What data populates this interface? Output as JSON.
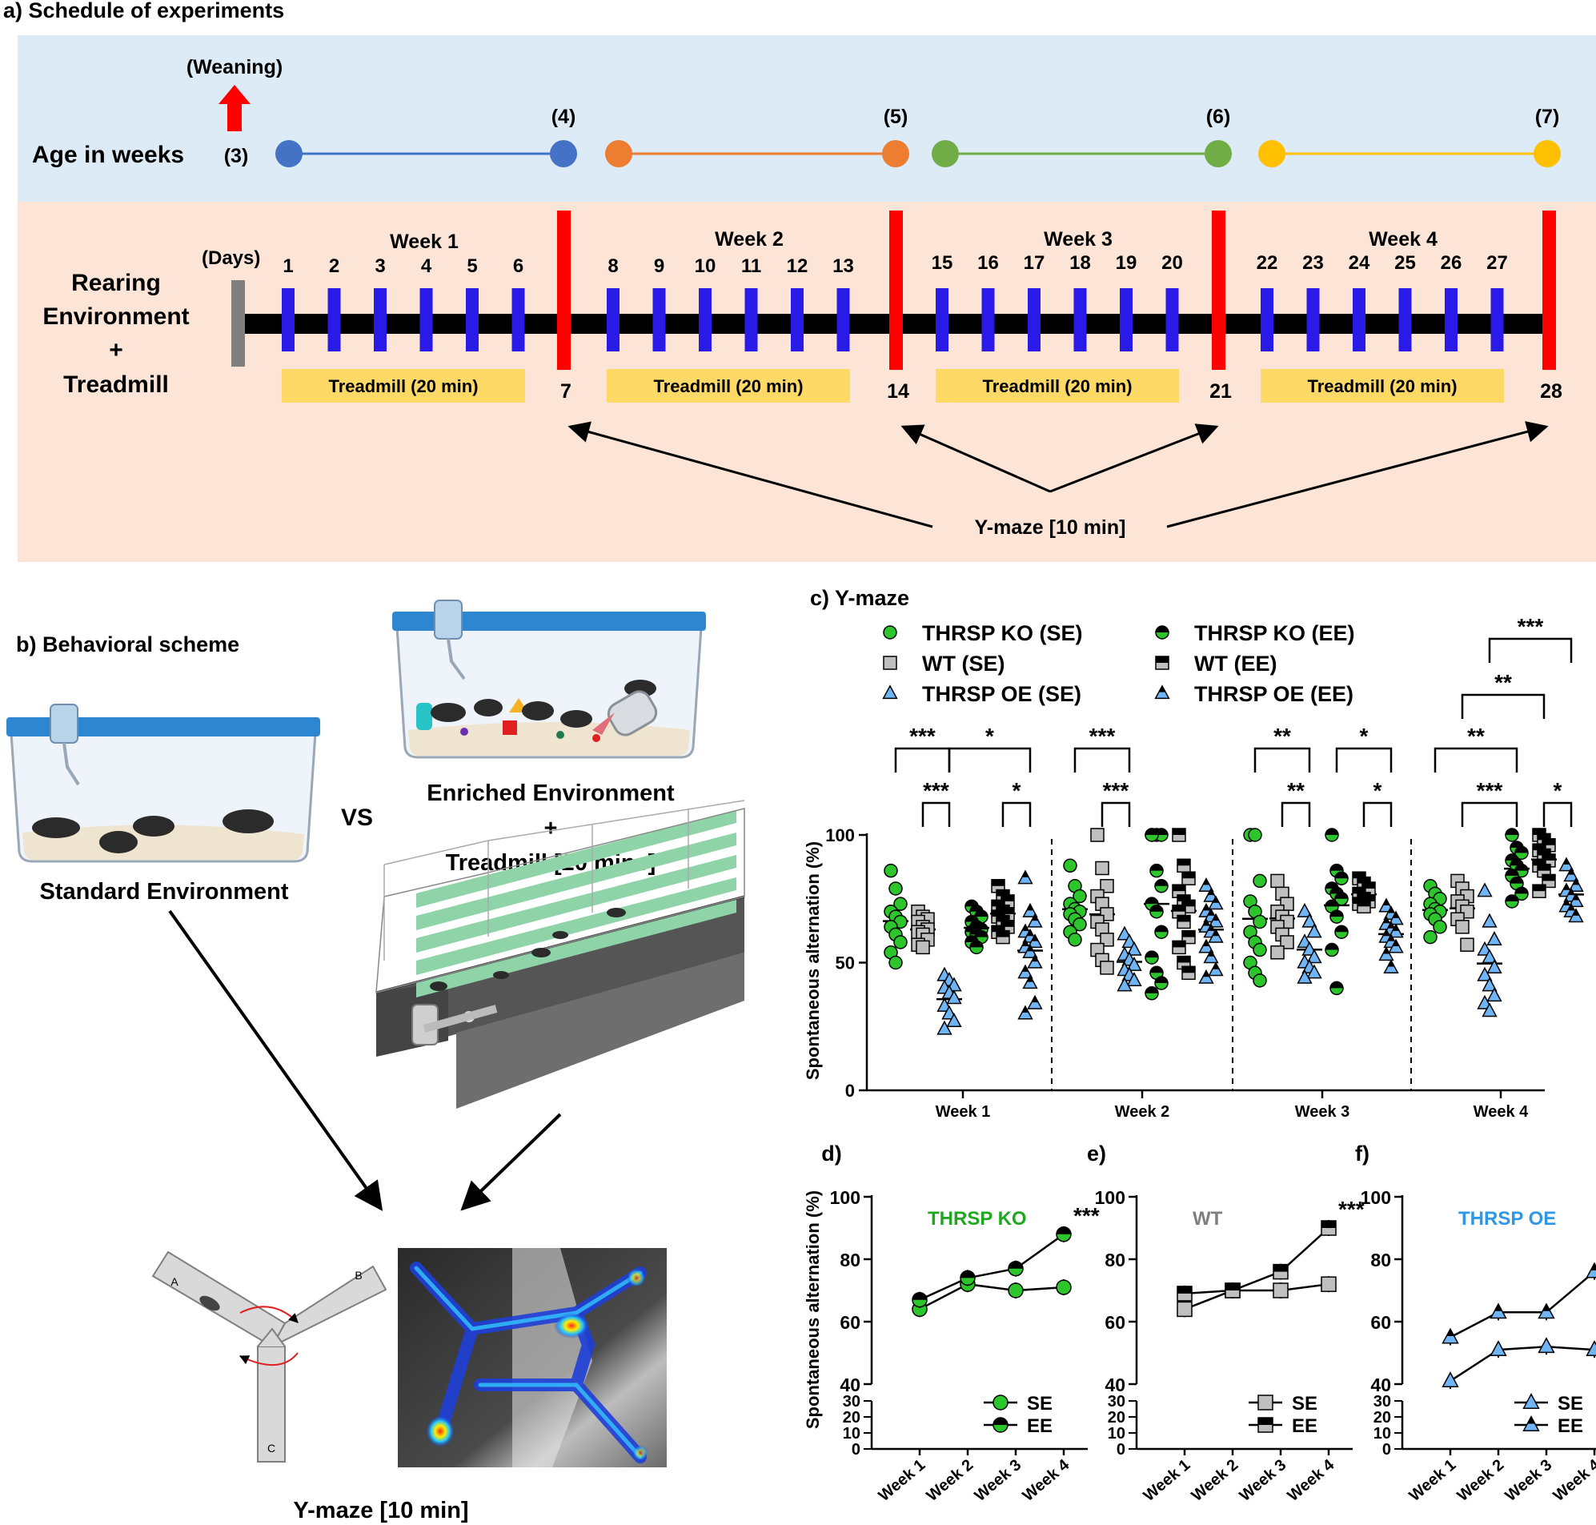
{
  "panel_a": {
    "title": "a) Schedule of experiments",
    "weaning": "(Weaning)",
    "age_label": "Age in weeks",
    "age_marks": [
      "(3)",
      "(4)",
      "(5)",
      "(6)",
      "(7)"
    ],
    "segment_colors": [
      "#4472C4",
      "#ED7D31",
      "#70AD47",
      "#FFC000"
    ],
    "rearing_lines": [
      "Rearing",
      "Environment",
      "+",
      "Treadmill"
    ],
    "days_label": "(Days)",
    "weeks": [
      {
        "label": "Week 1",
        "days": [
          "1",
          "2",
          "3",
          "4",
          "5",
          "6"
        ],
        "end": "7"
      },
      {
        "label": "Week 2",
        "days": [
          "8",
          "9",
          "10",
          "11",
          "12",
          "13"
        ],
        "end": "14"
      },
      {
        "label": "Week 3",
        "days": [
          "15",
          "16",
          "17",
          "18",
          "19",
          "20"
        ],
        "end": "21"
      },
      {
        "label": "Week 4",
        "days": [
          "22",
          "23",
          "24",
          "25",
          "26",
          "27"
        ],
        "end": "28"
      }
    ],
    "treadmill_box": "Treadmill (20 min)",
    "ymaze_label": "Y-maze [10 min]"
  },
  "panel_b": {
    "title": "b) Behavioral scheme",
    "standard": "Standard Environment",
    "vs": "VS",
    "enriched_lines": [
      "Enriched Environment",
      "+",
      "Treadmill [20 mins]"
    ],
    "arm_labels": [
      "A",
      "B",
      "C"
    ],
    "ymaze_label": "Y-maze [10 min]"
  },
  "chart_data": [
    {
      "id": "c",
      "type": "scatter",
      "title": "c) Y-maze",
      "ylabel": "Spontaneous alternation (%)",
      "ylim": [
        0,
        100
      ],
      "yticks": [
        "0",
        "50",
        "100"
      ],
      "categories": [
        "Week 1",
        "Week 2",
        "Week 3",
        "Week 4"
      ],
      "legend": [
        "THRSP KO (SE)",
        "THRSP KO (EE)",
        "WT (SE)",
        "WT (EE)",
        "THRSP OE (SE)",
        "THRSP OE (EE)"
      ],
      "groups": [
        {
          "points": [
            [
              86,
              79,
              73,
              70,
              68,
              66,
              64,
              61,
              58,
              54,
              50
            ],
            [
              70,
              68,
              67,
              66,
              64,
              63,
              62,
              61,
              59,
              57,
              56
            ],
            [
              45,
              43,
              41,
              40,
              38,
              36,
              33,
              30,
              27,
              24
            ],
            [
              72,
              70,
              68,
              66,
              64,
              63,
              62,
              61,
              60,
              58,
              56
            ],
            [
              80,
              76,
              74,
              72,
              70,
              69,
              68,
              66,
              64,
              62,
              60
            ],
            [
              83,
              70,
              66,
              62,
              60,
              58,
              56,
              54,
              50,
              46,
              42,
              34,
              30
            ]
          ]
        },
        {
          "points": [
            [
              88,
              80,
              76,
              73,
              71,
              70,
              69,
              67,
              65,
              62,
              59
            ],
            [
              100,
              87,
              80,
              76,
              73,
              69,
              66,
              63,
              59,
              55,
              51,
              48
            ],
            [
              61,
              58,
              55,
              53,
              51,
              49,
              47,
              45,
              43,
              41
            ],
            [
              100,
              100,
              100,
              100,
              86,
              80,
              73,
              70,
              62,
              52,
              46,
              42,
              38
            ],
            [
              100,
              88,
              83,
              78,
              74,
              72,
              70,
              66,
              60,
              56,
              50,
              46
            ],
            [
              80,
              76,
              73,
              70,
              68,
              66,
              64,
              62,
              60,
              56,
              52,
              47,
              44
            ]
          ]
        },
        {
          "points": [
            [
              100,
              100,
              82,
              74,
              70,
              66,
              62,
              58,
              55,
              50,
              46,
              43
            ],
            [
              82,
              77,
              73,
              70,
              68,
              66,
              64,
              61,
              58,
              54
            ],
            [
              70,
              66,
              62,
              58,
              55,
              52,
              50,
              48,
              46,
              44
            ],
            [
              100,
              86,
              83,
              79,
              77,
              75,
              72,
              68,
              62,
              55,
              40
            ],
            [
              83,
              81,
              79,
              77,
              75,
              74,
              73,
              72
            ],
            [
              72,
              69,
              67,
              65,
              63,
              62,
              60,
              58,
              56,
              53,
              48
            ]
          ]
        },
        {
          "points": [
            [
              80,
              77,
              75,
              73,
              71,
              70,
              69,
              67,
              64,
              60
            ],
            [
              82,
              79,
              76,
              74,
              72,
              70,
              67,
              64,
              57
            ],
            [
              78,
              66,
              59,
              55,
              52,
              48,
              45,
              41,
              37,
              34,
              31
            ],
            [
              100,
              95,
              93,
              90,
              88,
              86,
              84,
              81,
              77,
              74
            ],
            [
              100,
              98,
              96,
              94,
              92,
              90,
              88,
              86,
              82,
              78
            ],
            [
              88,
              84,
              80,
              78,
              76,
              74,
              72,
              70,
              68
            ]
          ]
        }
      ],
      "annotations": [
        "***",
        "*",
        "***",
        "*",
        "***",
        "***",
        "**",
        "*",
        "**",
        "*",
        "***",
        "**",
        "**",
        "***",
        "*"
      ]
    },
    {
      "id": "d",
      "type": "line",
      "panel_label": "d)",
      "title": "THRSP KO",
      "title_color": "#1FA81F",
      "ylabel": "Spontaneous alternation (%)",
      "categories": [
        "Week 1",
        "Week 2",
        "Week 3",
        "Week 4"
      ],
      "yticks_upper": [
        "40",
        "60",
        "80",
        "100"
      ],
      "yticks_lower": [
        "0",
        "10",
        "20",
        "30"
      ],
      "series": [
        {
          "name": "SE",
          "values": [
            64,
            72,
            70,
            71
          ]
        },
        {
          "name": "EE",
          "values": [
            67,
            74,
            77,
            88
          ]
        }
      ],
      "significance": "***"
    },
    {
      "id": "e",
      "type": "line",
      "panel_label": "e)",
      "title": "WT",
      "title_color": "#7F7F7F",
      "categories": [
        "Week 1",
        "Week 2",
        "Week 3",
        "Week 4"
      ],
      "yticks_upper": [
        "40",
        "60",
        "80",
        "100"
      ],
      "yticks_lower": [
        "0",
        "10",
        "20",
        "30"
      ],
      "series": [
        {
          "name": "SE",
          "values": [
            64,
            70,
            70,
            72
          ]
        },
        {
          "name": "EE",
          "values": [
            69,
            70,
            76,
            90
          ]
        }
      ],
      "significance": "***"
    },
    {
      "id": "f",
      "type": "line",
      "panel_label": "f)",
      "title": "THRSP OE",
      "title_color": "#2E97E6",
      "categories": [
        "Week 1",
        "Week 2",
        "Week 3",
        "Week 4"
      ],
      "yticks_upper": [
        "40",
        "60",
        "80",
        "100"
      ],
      "yticks_lower": [
        "0",
        "10",
        "20",
        "30"
      ],
      "series": [
        {
          "name": "SE",
          "values": [
            41,
            51,
            52,
            51
          ]
        },
        {
          "name": "EE",
          "values": [
            55,
            63,
            63,
            76
          ]
        }
      ],
      "significance": "***"
    }
  ]
}
